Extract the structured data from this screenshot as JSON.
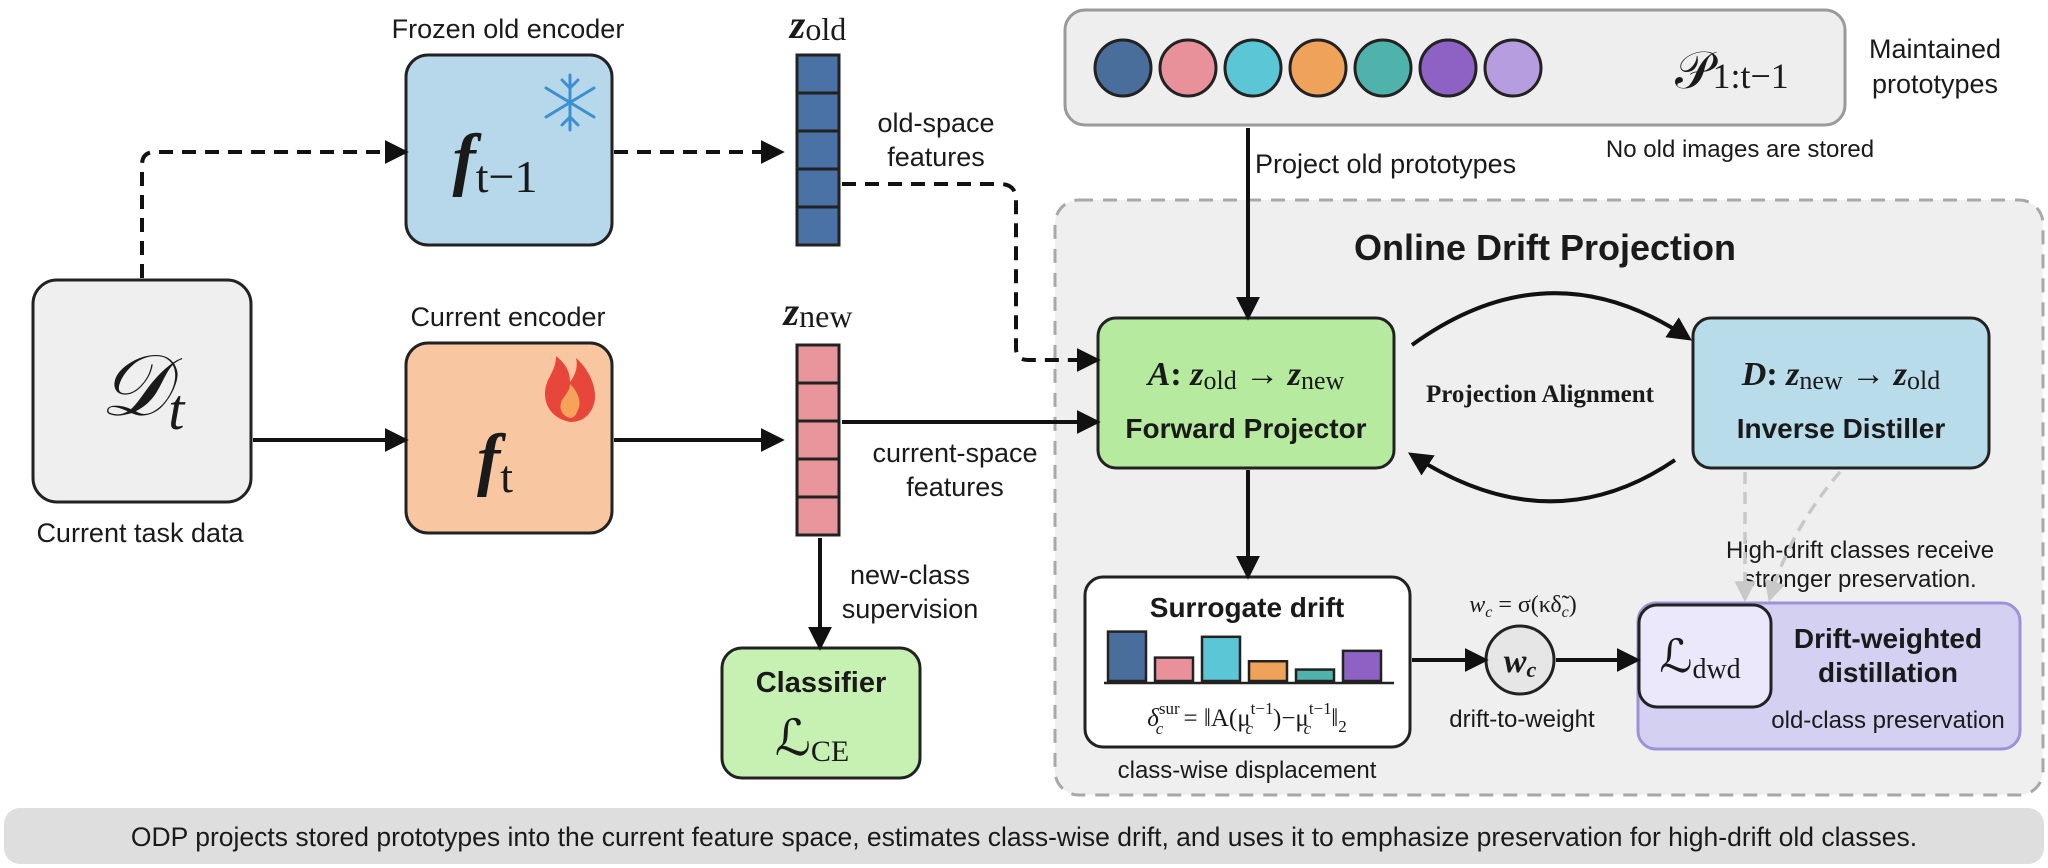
{
  "data_box": {
    "symbol": "𝒟",
    "subscript": "t",
    "caption": "Current task data"
  },
  "old_encoder": {
    "caption": "Frozen old encoder",
    "symbol": "f",
    "subscript": "t−1",
    "icon": "snowflake-icon",
    "fill": "#b7d8ea"
  },
  "new_encoder": {
    "caption": "Current encoder",
    "symbol": "f",
    "subscript": "t",
    "icon": "flame-icon",
    "fill": "#f8c7a2"
  },
  "z_old": {
    "symbol": "z",
    "subscript": "old",
    "color": "#4a72a6"
  },
  "z_new": {
    "symbol": "z",
    "subscript": "new",
    "color": "#e8969b"
  },
  "labels": {
    "old_space_1": "old-space",
    "old_space_2": "features",
    "current_space_1": "current-space",
    "current_space_2": "features",
    "new_class_1": "new-class",
    "new_class_2": "supervision",
    "project_old": "Project old prototypes",
    "no_old_images": "No old images are stored",
    "projection_alignment": "Projection Alignment",
    "high_drift_1": "High-drift classes receive",
    "high_drift_2": "stronger preservation.",
    "drift_to_weight": "drift-to-weight",
    "class_wise": "class-wise displacement"
  },
  "classifier": {
    "title": "Classifier",
    "loss": "ℒ",
    "loss_sub": "CE"
  },
  "prototypes": {
    "colors": [
      "#4a6e9c",
      "#e8919a",
      "#5bc6d6",
      "#efa25a",
      "#4fb3ab",
      "#8e62c4",
      "#b69de0"
    ],
    "symbol": "𝒫",
    "subscript": "1:t−1",
    "side_1": "Maintained",
    "side_2": "prototypes"
  },
  "odp_region": {
    "title": "Online Drift Projection"
  },
  "forward_projector": {
    "eq_A": "A",
    "eq_colon": ": ",
    "eq_z1": "z",
    "eq_s1": "old",
    "eq_arrow": " → ",
    "eq_z2": "z",
    "eq_s2": "new",
    "title": "Forward Projector",
    "fill": "#b6ea9f"
  },
  "inverse_distiller": {
    "eq_D": "D",
    "eq_colon": ": ",
    "eq_z1": "z",
    "eq_s1": "new",
    "eq_arrow": " → ",
    "eq_z2": "z",
    "eq_s2": "old",
    "title": "Inverse Distiller",
    "fill": "#b9dcea"
  },
  "surrogate": {
    "title": "Surrogate drift",
    "formula_lhs": "δ",
    "formula_sup": "sur",
    "formula_sub": "c",
    "formula_rhs": " = ‖A(μ",
    "formula_mu_sup": "t−1",
    "formula_mu_sub": "c",
    "formula_mid": ")−μ",
    "formula_mu2_sup": "t−1",
    "formula_mu2_sub": "c",
    "formula_end": "‖",
    "formula_norm_sub": "2"
  },
  "weight": {
    "formula": "w",
    "formula_sub": "c",
    "formula_rest": " = σ(κδ̃",
    "formula_rest_sub": "c",
    "formula_close": ")",
    "node_symbol": "w",
    "node_sub": "c"
  },
  "dwd": {
    "loss": "ℒ",
    "loss_sub": "dwd",
    "title_1": "Drift-weighted",
    "title_2": "distillation",
    "subtitle": "old-class preservation",
    "fill": "#d4d0f2"
  },
  "caption": "ODP projects stored prototypes into the current feature space, estimates class-wise drift, and uses it to emphasize preservation for high-drift old classes.",
  "chart_data": {
    "type": "bar",
    "categories": [],
    "values": [
      0.95,
      0.45,
      0.85,
      0.38,
      0.22,
      0.58
    ],
    "colors": [
      "#4a6e9c",
      "#e8919a",
      "#5bc6d6",
      "#efa25a",
      "#4fb3ab",
      "#8e62c4"
    ],
    "title": "",
    "xlabel": "",
    "ylabel": ""
  }
}
